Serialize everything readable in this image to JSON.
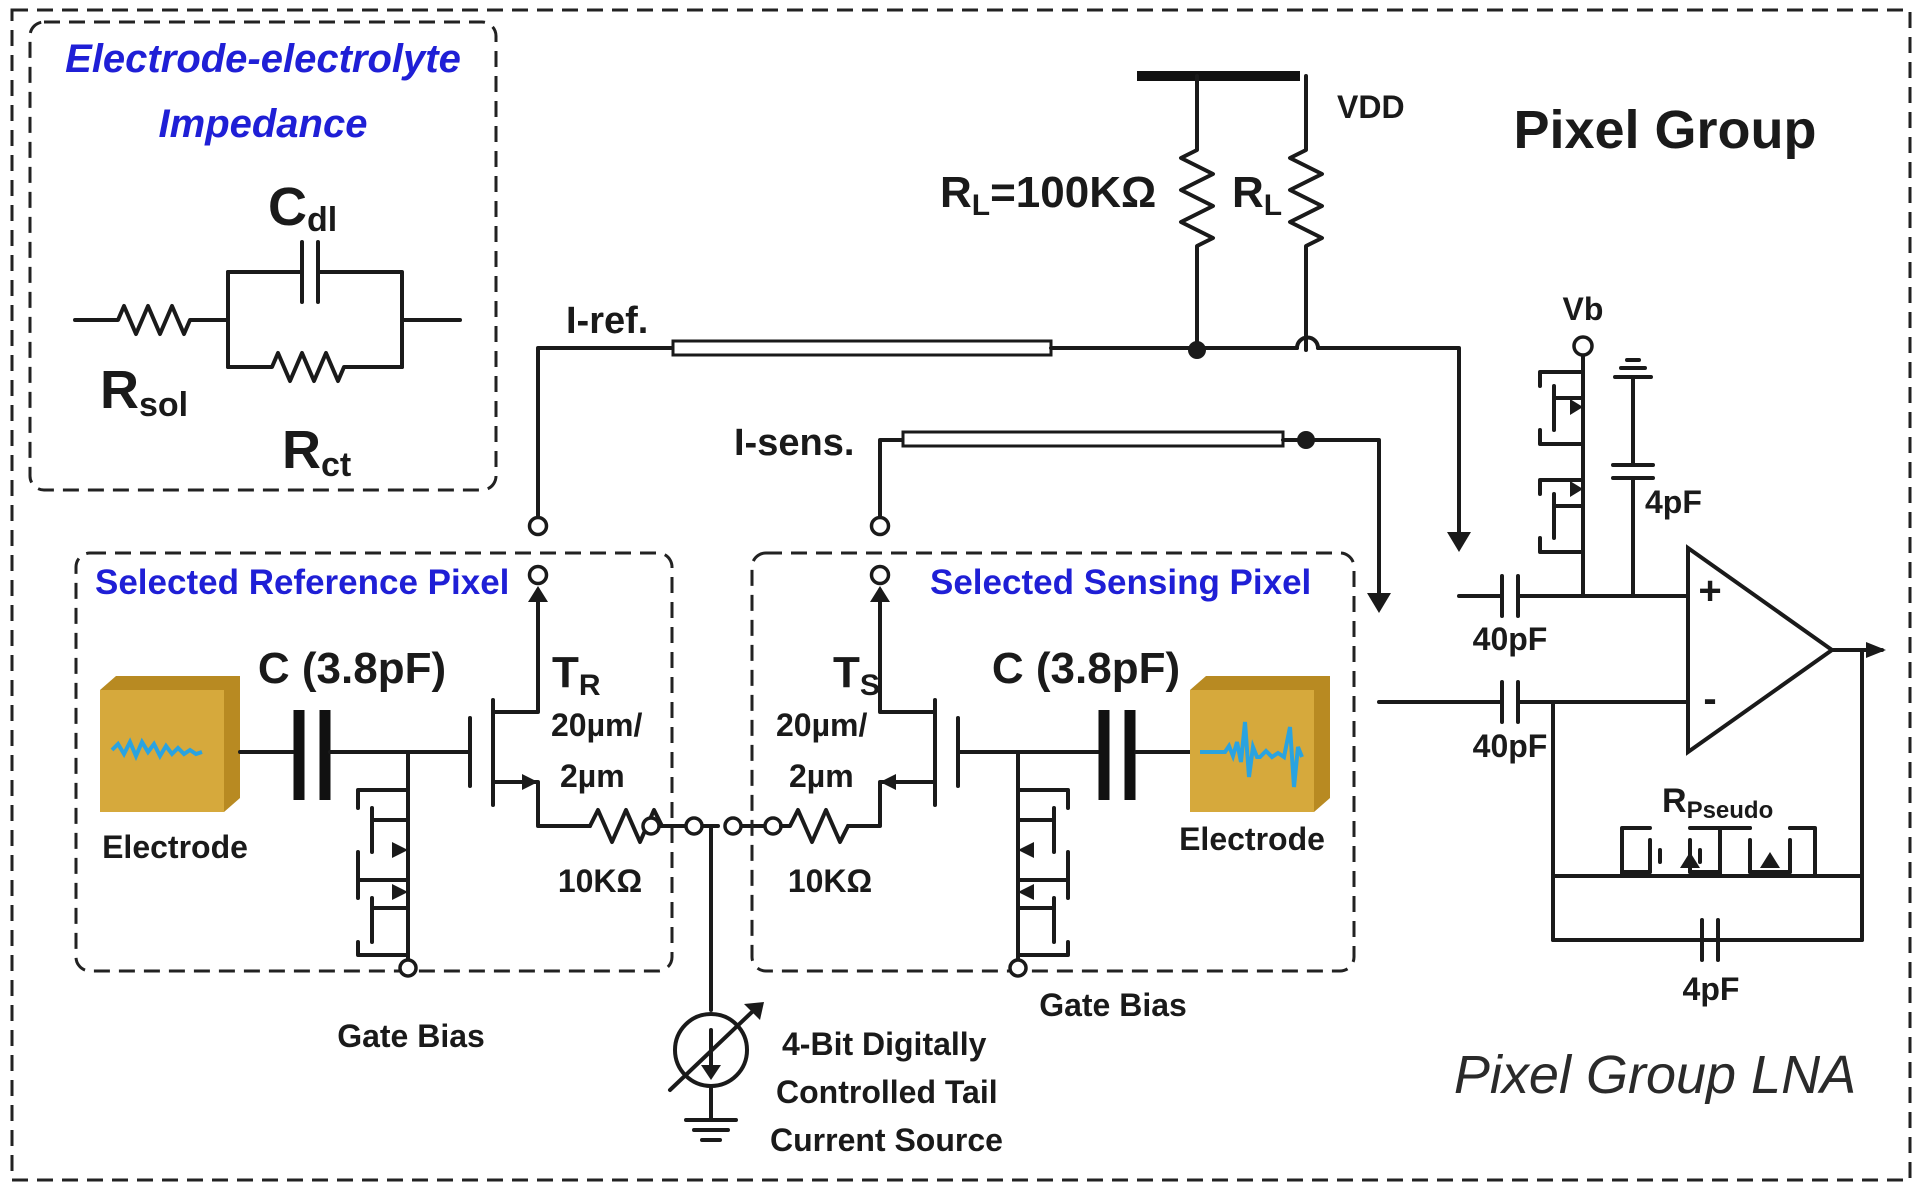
{
  "group_title": "Pixel Group",
  "lna_title": "Pixel Group LNA",
  "impedance": {
    "title_line1": "Electrode-electrolyte",
    "title_line2": "Impedance",
    "cdl": "C",
    "cdl_sub": "dl",
    "rsol": "R",
    "rsol_sub": "sol",
    "rct": "R",
    "rct_sub": "ct"
  },
  "supply": {
    "vdd": "VDD",
    "rl_main": "R",
    "rl_main_sub": "L",
    "rl_main_value": "=100KΩ",
    "rl2": "R",
    "rl2_sub": "L"
  },
  "lines": {
    "iref": "I-ref.",
    "isens": "I-sens."
  },
  "ref_pixel": {
    "title": "Selected Reference Pixel",
    "cap": "C (3.8pF)",
    "electrode": "Electrode",
    "transistor": "T",
    "transistor_sub": "R",
    "size_line1": "20µm/",
    "size_line2": "2µm",
    "resistor": "10KΩ",
    "gate_bias": "Gate Bias"
  },
  "sens_pixel": {
    "title": "Selected Sensing Pixel",
    "cap": "C (3.8pF)",
    "electrode": "Electrode",
    "transistor": "T",
    "transistor_sub": "S",
    "size_line1": "20µm/",
    "size_line2": "2µm",
    "resistor": "10KΩ",
    "gate_bias": "Gate Bias"
  },
  "tail": {
    "line1": "4-Bit Digitally",
    "line2": "Controlled Tail",
    "line3": "Current Source"
  },
  "lna": {
    "vb": "Vb",
    "cap_vb": "4pF",
    "cin_pos": "40pF",
    "cin_neg": "40pF",
    "rpseudo": "R",
    "rpseudo_sub": "Pseudo",
    "cfb": "4pF",
    "plus": "+",
    "minus": "-"
  },
  "colors": {
    "background": "#dce6f2",
    "blue_text": "#1f1fd6",
    "electrode_fill": "#d6a93c",
    "signal": "#2aa3e0"
  }
}
